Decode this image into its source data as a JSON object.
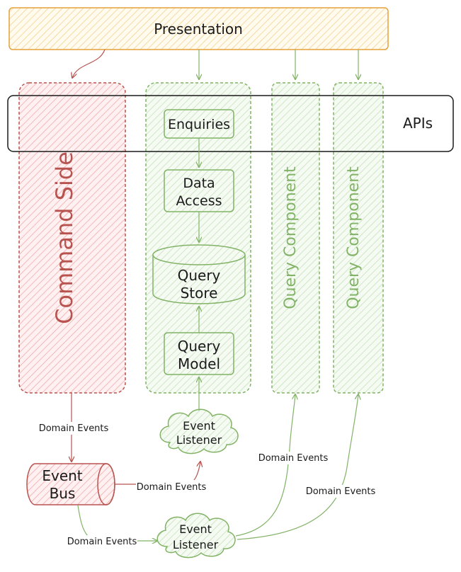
{
  "presentation": {
    "label": "Presentation"
  },
  "apis": {
    "label": "APIs"
  },
  "command_side": {
    "label": "Command Side"
  },
  "nodes": {
    "enquiries": "Enquiries",
    "data_access_line1": "Data",
    "data_access_line2": "Access",
    "query_store_line1": "Query",
    "query_store_line2": "Store",
    "query_model_line1": "Query",
    "query_model_line2": "Model",
    "event_listener_top_line1": "Event",
    "event_listener_top_line2": "Listener",
    "event_bus_line1": "Event",
    "event_bus_line2": "Bus",
    "event_listener_bottom_line1": "Event",
    "event_listener_bottom_line2": "Listener"
  },
  "query_components": [
    "Query Component",
    "Query Component"
  ],
  "edge_labels": {
    "command_to_bus": "Domain Events",
    "bus_to_listener_top": "Domain Events",
    "bus_to_listener_bottom": "Domain Events",
    "listener_to_qc1": "Domain Events",
    "listener_to_qc2": "Domain Events"
  },
  "colors": {
    "presentation_fill": "#fff2cc",
    "presentation_stroke": "#e6a23c",
    "command_fill": "#f8cecc",
    "command_stroke": "#b85450",
    "query_fill": "#d5e8d4",
    "query_stroke": "#82b366",
    "text": "#1a1a1a"
  }
}
